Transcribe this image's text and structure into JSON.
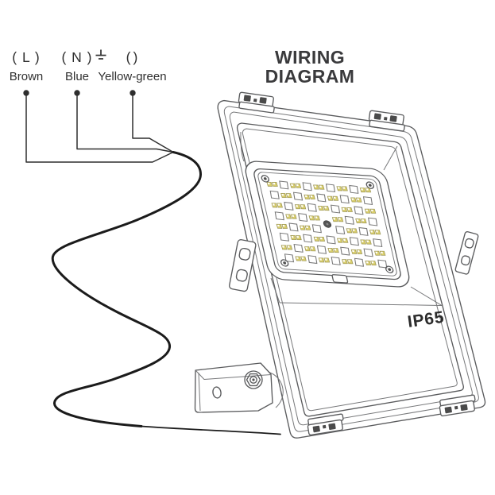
{
  "page": {
    "background": "#ffffff"
  },
  "title": {
    "line1": "WIRING",
    "line2": "DIAGRAM"
  },
  "terminals": [
    {
      "id": "live",
      "label": "( L )",
      "wire_color": "Brown"
    },
    {
      "id": "neutral",
      "label": "( N )",
      "wire_color": "Blue"
    },
    {
      "id": "earth",
      "label_open": "(",
      "label_close": ")",
      "symbol_icon": "earth-ground-icon",
      "wire_color": "Yellow-green"
    }
  ],
  "device": {
    "rating_label": "IP65",
    "led_panel": {
      "cols": 9,
      "rows": 8
    }
  },
  "colors": {
    "line_art": "#5a5b5d",
    "line_art_light": "#77787a",
    "cable": "#1b1b1b",
    "wire": "#2e2e2e",
    "label_text": "#2f2f2f",
    "title_text": "#3a3a3c",
    "ip65_text": "#2b2b2b",
    "led_yellow": "#d8cd6b",
    "led_border": "#9a9456",
    "notch_dark": "#4a4a4a"
  }
}
